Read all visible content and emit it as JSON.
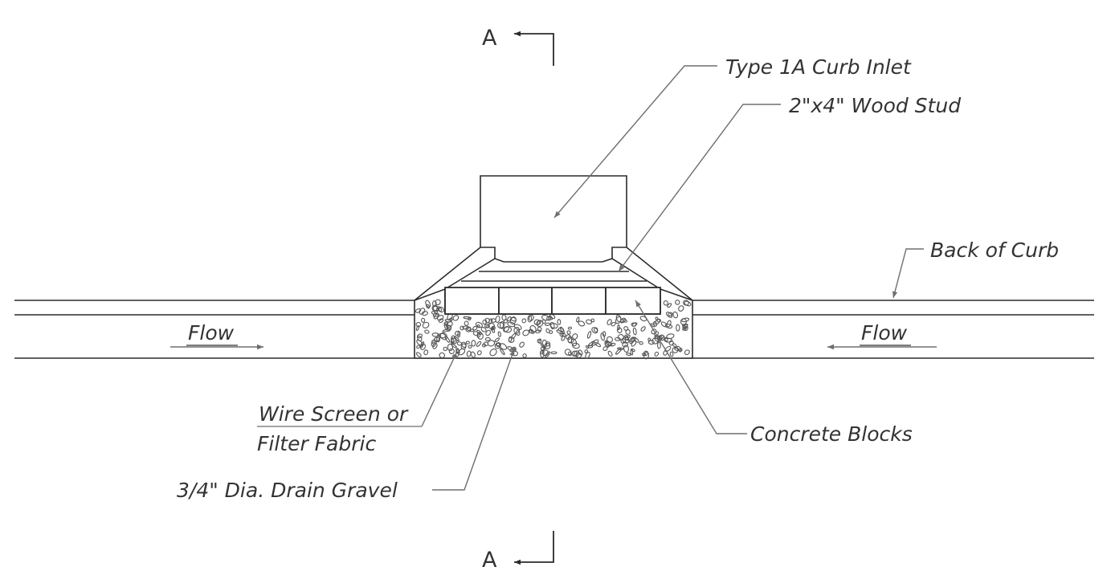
{
  "section_marks": {
    "top": "A",
    "bottom": "A"
  },
  "labels": {
    "curb_inlet": "Type 1A Curb Inlet",
    "wood_stud": "2\"x4\" Wood Stud",
    "back_of_curb": "Back of Curb",
    "flow_left": "Flow",
    "flow_right": "Flow",
    "wire_screen_line1": "Wire Screen or",
    "wire_screen_line2": "Filter Fabric",
    "concrete_blocks": "Concrete Blocks",
    "drain_gravel": "3/4\" Dia. Drain Gravel"
  },
  "colors": {
    "outline": "#2b2b2b",
    "leader": "#6e6e6e",
    "text": "#333333",
    "background": "#ffffff"
  }
}
